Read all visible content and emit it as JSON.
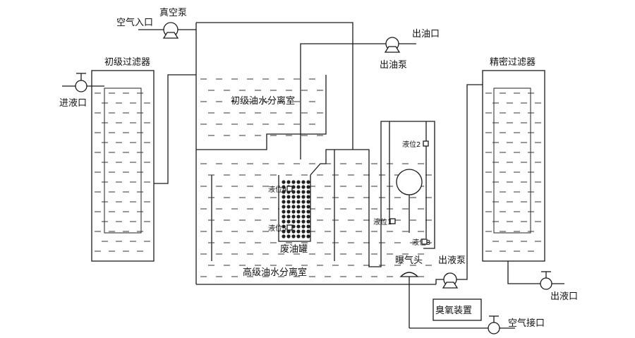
{
  "labels": {
    "air_inlet": "空气入口",
    "vacuum_pump": "真空泵",
    "oil_outlet": "出油口",
    "oil_pump": "出油泵",
    "primary_filter": "初级过滤器",
    "fine_filter": "精密过滤器",
    "liquid_inlet": "进液口",
    "primary_chamber": "初级油水分离室",
    "advanced_chamber": "高级油水分离室",
    "waste_tank": "废油罐",
    "level_1": "液位1",
    "level_2": "液位2",
    "level_3": "液位3",
    "level_4": "液位4",
    "level_5": "液位5",
    "aerator": "曝气头",
    "liquid_pump": "出液泵",
    "ozone_unit": "臭氧装置",
    "air_connector": "空气接口",
    "liquid_outlet": "出液口"
  }
}
